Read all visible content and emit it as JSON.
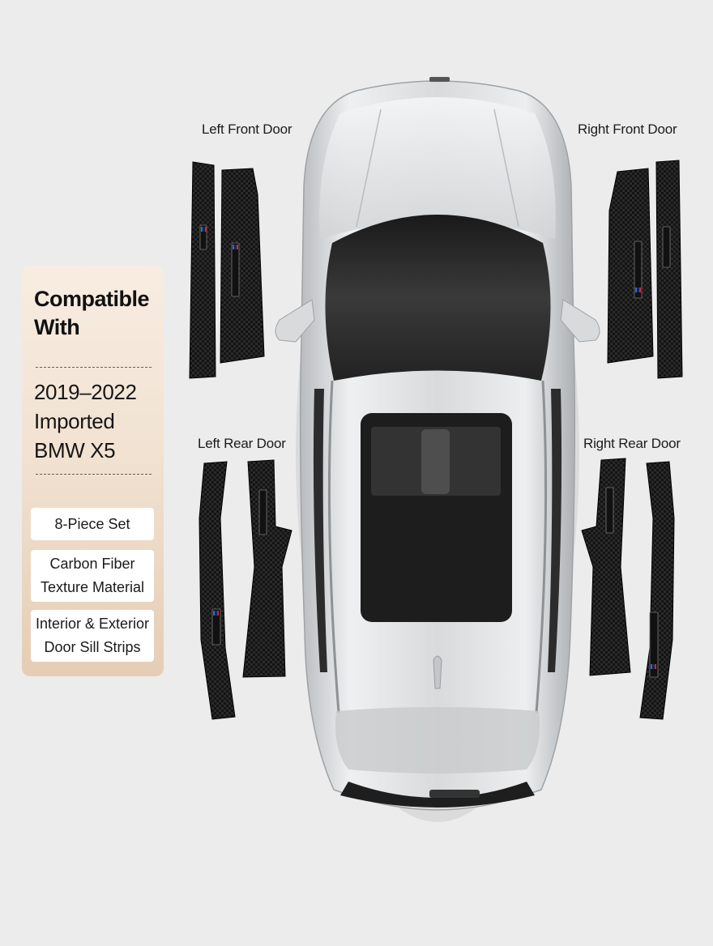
{
  "labels": {
    "left_front": "Left Front Door",
    "right_front": "Right Front Door",
    "left_rear": "Left Rear Door",
    "right_rear": "Right Rear Door"
  },
  "info": {
    "heading": "Compatible With",
    "vehicle_line1": "2019–2022",
    "vehicle_line2": "Imported",
    "vehicle_line3": "BMW X5",
    "features": [
      {
        "line1": "8-Piece Set",
        "line2": ""
      },
      {
        "line1": "Carbon Fiber",
        "line2": "Texture Material"
      },
      {
        "line1": "Interior & Exterior",
        "line2": "Door Sill Strips"
      }
    ]
  },
  "colors": {
    "background": "#ececec",
    "card_gradient_top": "#f8ede2",
    "card_gradient_bottom": "#e6cdb5",
    "car_body": "#d9dbdd",
    "carbon_strip": "#151515",
    "m_stripe_blue": "#1e6fd0",
    "m_stripe_navy": "#1b2a78",
    "m_stripe_red": "#d42a2a"
  }
}
